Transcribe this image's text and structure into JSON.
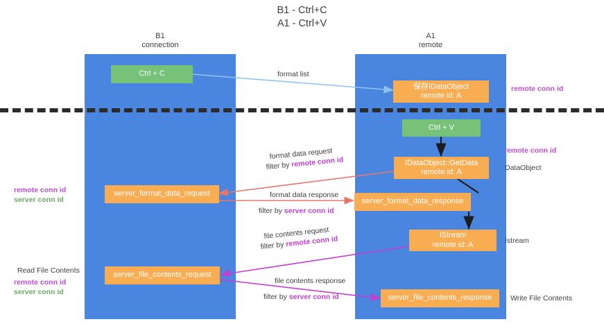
{
  "title": "B1 - Ctrl+C\nA1 - Ctrl+V",
  "columns": [
    {
      "name": "B1",
      "sub": "connection",
      "color": "#4a86e0"
    },
    {
      "name": "A1",
      "sub": "remote",
      "color": "#4a86e0"
    }
  ],
  "boxes": {
    "ctrl_c": "Ctrl + C",
    "ctrl_v": "Ctrl + V",
    "idataobject_title": "保存IDataObject",
    "idataobject_sub": "remote id: A",
    "getdata_title": "IDataObject::GetData",
    "getdata_sub": "remote id: A",
    "istream_title": "IStream",
    "istream_sub": "remote id: A",
    "server_format_data_request": "server_format_data_request",
    "server_format_data_response": "server_format_data_response",
    "server_file_contents_request": "server_file_contents_request",
    "server_file_contents_response": "server_file_contents_response"
  },
  "edge_labels": {
    "format_list": "format list",
    "format_data_request": "format data request",
    "format_data_request_filter_pre": "filter by ",
    "format_data_request_filter_key": "remote conn id",
    "format_data_response": "format data response",
    "format_data_response_filter_pre": "filter by ",
    "format_data_response_filter_key": "server conn id",
    "file_contents_request": "file contents request",
    "file_contents_request_filter_pre": "filter by ",
    "file_contents_request_filter_key": "remote conn id",
    "file_contents_response": "file contents response",
    "file_contents_response_filter_pre": "filter by ",
    "file_contents_response_filter_key": "server conn id"
  },
  "right_labels": {
    "remote_conn_id_top": "remote conn id",
    "remote_conn_id_mid": "remote conn id",
    "dataobject": "DataObject",
    "istream": "Istream",
    "write_file_contents": "Write File Contents"
  },
  "left_labels": {
    "remote_conn_id_mid": "remote conn id",
    "server_conn_id_mid": "server conn id",
    "read_file_contents": "Read File Contents",
    "remote_conn_id_bottom": "remote conn id",
    "server_conn_id_bottom": "server conn id"
  },
  "colors": {
    "column": "#4a86e0",
    "green_box": "#77c279",
    "orange_box": "#f9ad53",
    "purple_text": "#bb4fd0",
    "green_text": "#6aaa64",
    "arrow_blue": "#8fc3ee",
    "arrow_red": "#e8766b",
    "arrow_magenta": "#c23fd0",
    "arrow_dark": "#1c1c1c",
    "divider": "#2b2b2b"
  }
}
